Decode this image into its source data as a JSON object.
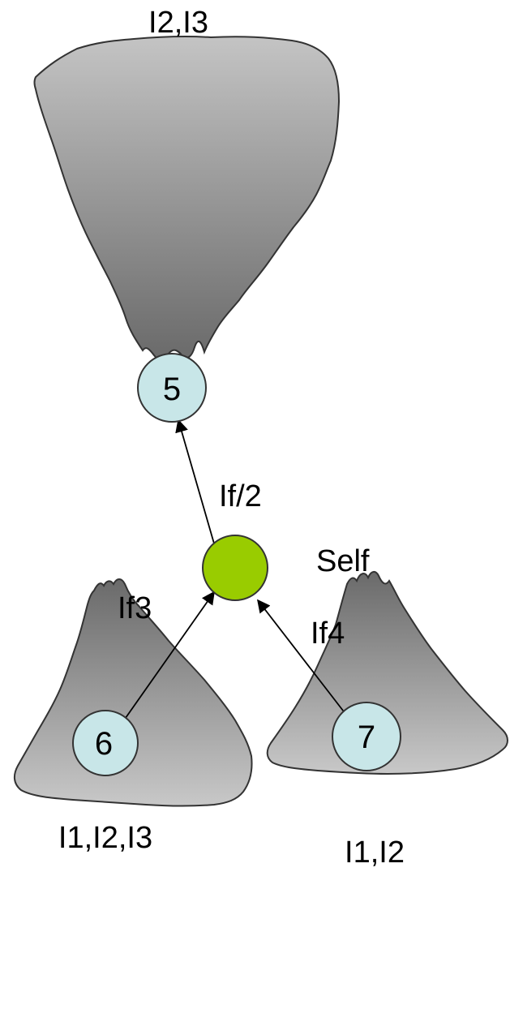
{
  "labels": {
    "top_tree": "I2,I3",
    "left_tree": "I1,I2,I3",
    "right_tree": "I1,I2",
    "self": "Self",
    "if_up": "If/2",
    "if_left": "If3",
    "if_right": "If4"
  },
  "nodes": {
    "node_5": "5",
    "node_6": "6",
    "node_7": "7"
  },
  "colors": {
    "neighbor_fill": "#c8e6e8",
    "self_fill": "#99cc00",
    "tree_dark": "#6e6e6e",
    "tree_light": "#c4c4c4"
  }
}
